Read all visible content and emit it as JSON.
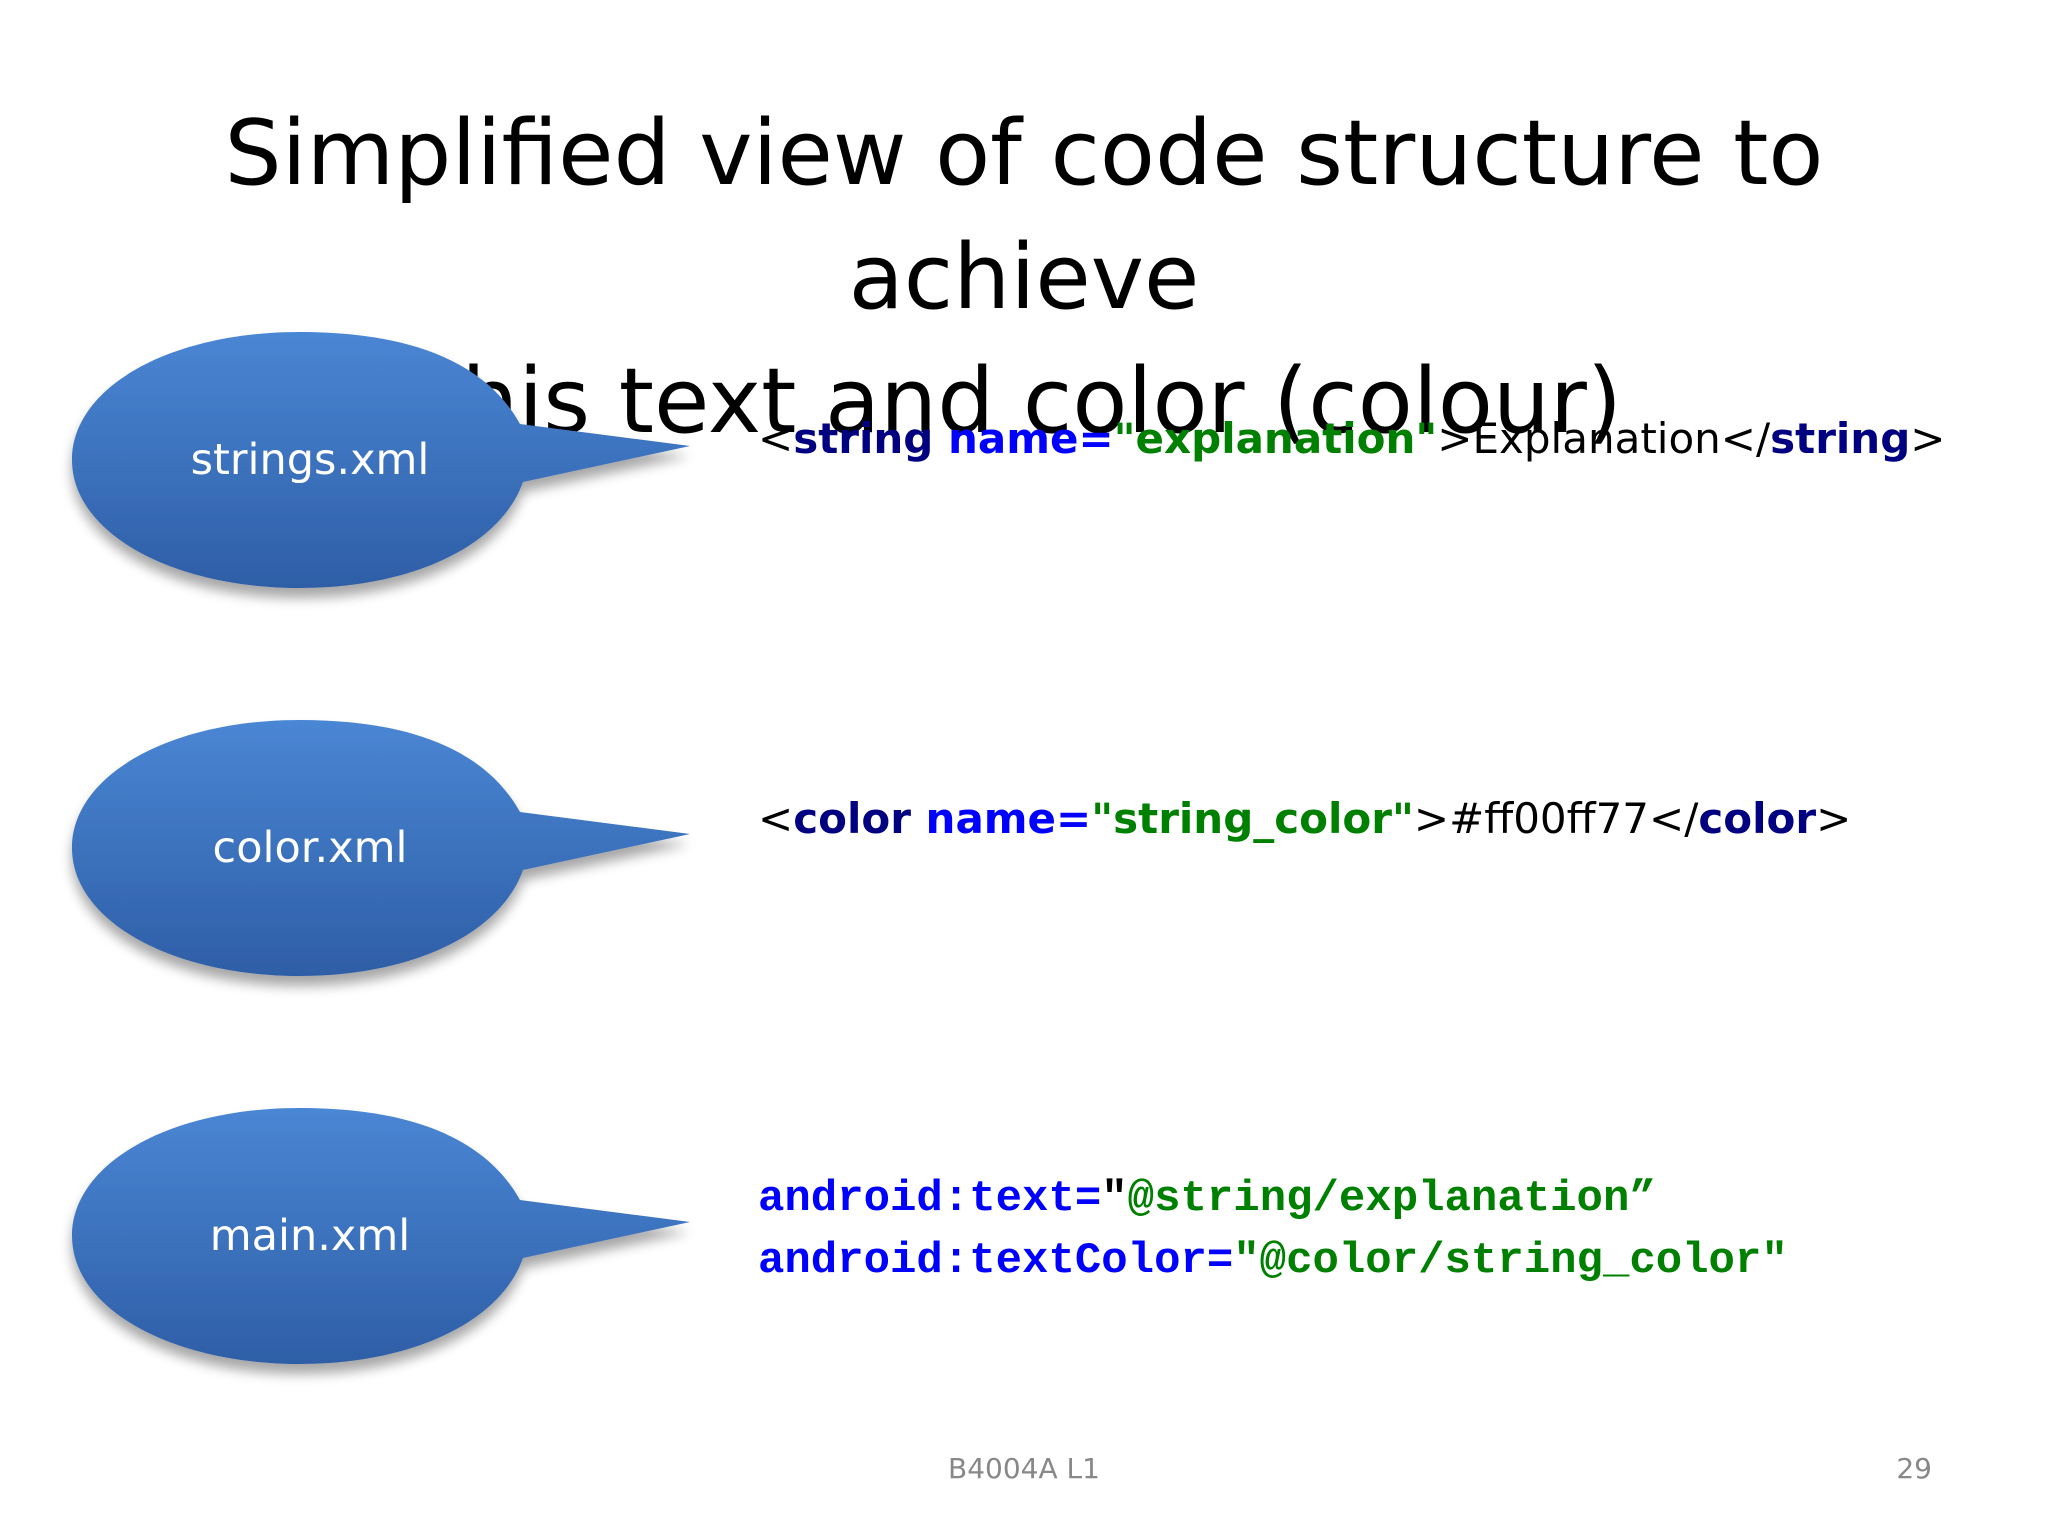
{
  "title": {
    "line1": "Simplified view of code structure to achieve",
    "line2": "this text and color (colour)"
  },
  "callouts": [
    {
      "label": "strings.xml"
    },
    {
      "label": "color.xml"
    },
    {
      "label": "main.xml"
    }
  ],
  "code": {
    "strings": {
      "open_lt": "<",
      "tag": "string",
      "attr": " name=",
      "value": "\"explanation\"",
      "gt": ">",
      "content": "Explanation",
      "close_lt": "</",
      "close_tag": "string",
      "close_gt": ">"
    },
    "color": {
      "open_lt": "<",
      "tag": "color",
      "attr": " name=",
      "value": "\"string_color\"",
      "gt": ">",
      "content": "#ff00ff77",
      "close_lt": "</",
      "close_tag": "color",
      "close_gt": ">"
    },
    "main": {
      "line1_attr": "android:text=",
      "line1_quote": "\"",
      "line1_value": "@string/explanation”",
      "line2_attr": "android:textColor=",
      "line2_value": "\"@color/string_color\""
    }
  },
  "footer": {
    "center": "B4004A L1",
    "page": "29"
  },
  "colors": {
    "bubble_top": "#4a86d4",
    "bubble_bottom": "#2f5fa8",
    "tag": "#000080",
    "attr": "#0000ff",
    "value": "#008000"
  }
}
